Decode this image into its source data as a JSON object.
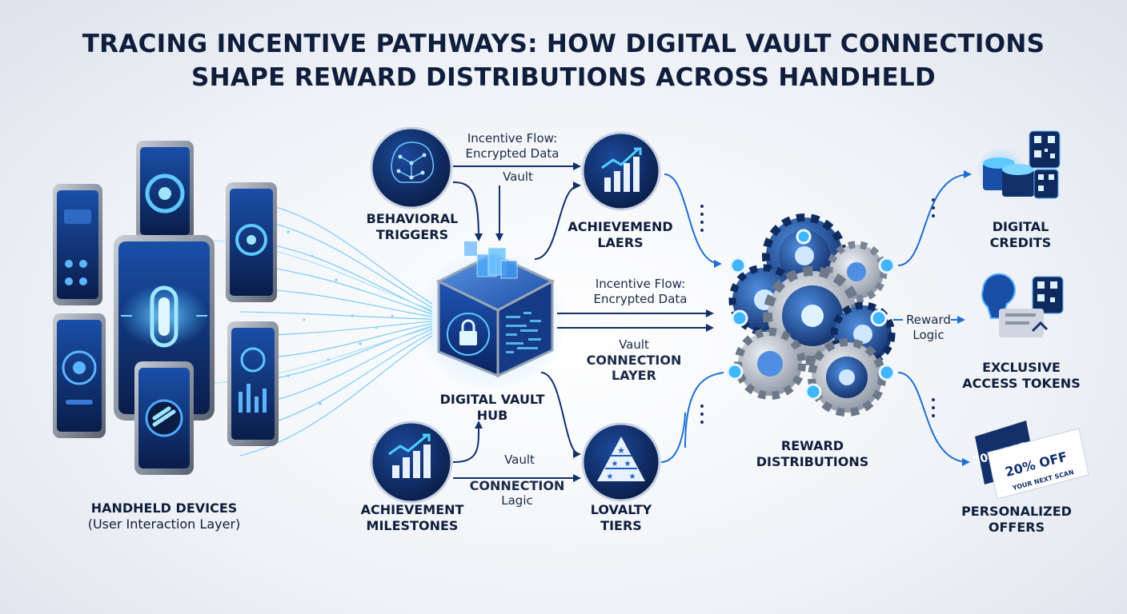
{
  "title": {
    "line1": "TRACING INCENTIVE PATHWAYS: HOW DIGITAL VAULT CONNECTIONS",
    "line2": "SHAPE REWARD DISTRIBUTIONS ACROSS HANDHELD"
  },
  "nodes": {
    "handheld": {
      "line1": "HANDHELD DEVICES",
      "line2": "(User Interaction Layer)"
    },
    "behavioral": {
      "line1": "BEHAVIORAL",
      "line2": "TRIGGERS"
    },
    "achievemend": {
      "line1": "ACHIEVEMEND",
      "line2": "LAERS"
    },
    "hub": {
      "line1": "DIGITAL VAULT",
      "line2": "HUB"
    },
    "milestones": {
      "line1": "ACHIEVEMENT",
      "line2": "MILESTONES"
    },
    "loyalty": {
      "line1": "LOVALTY",
      "line2": "TIERS"
    },
    "reward_dist": {
      "line1": "REWARD",
      "line2": "DISTRIBUTIONS"
    },
    "credits": {
      "line1": "DIGITAL",
      "line2": "CREDITS"
    },
    "tokens": {
      "line1": "EXCLUSIVE",
      "line2": "ACCESS TOKENS"
    },
    "offers": {
      "line1": "PERSONALIZED",
      "line2": "OFFERS"
    }
  },
  "flows": {
    "top_flow": {
      "line1": "Incentive Flow:",
      "line2": "Encrypted Data"
    },
    "top_vault": "Vault",
    "mid_flow": {
      "line1": "Incentive Flow:",
      "line2": "Encrypted Data"
    },
    "connection_layer": {
      "line1": "Vault",
      "line2": "CONNECTION",
      "line3": "LAYER"
    },
    "bottom_vault": "Vault",
    "connection_logic": {
      "line1": "CONNECTION",
      "line2": "Lagic"
    },
    "reward_logic": {
      "line1": "Reward",
      "line2": "Logic"
    }
  },
  "offer_ticket": {
    "big": "20% OFF",
    "small": "YOUR NEXT SCAN",
    "back": "20% OFF"
  },
  "colors": {
    "navy": "#0f1e3c",
    "blue": "#1f5fbf",
    "cyan": "#3fb6ff",
    "dark_blue": "#13306b"
  }
}
